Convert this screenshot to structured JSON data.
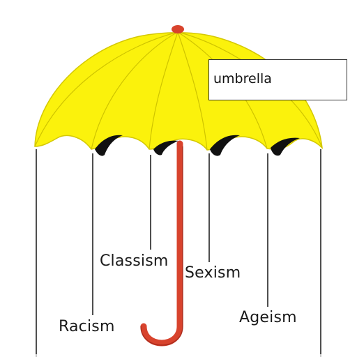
{
  "diagram": {
    "overlay_label": "umbrella",
    "pillars": [
      {
        "id": "racism",
        "label": "Racism"
      },
      {
        "id": "classism",
        "label": "Classism"
      },
      {
        "id": "sexism",
        "label": "Sexism"
      },
      {
        "id": "ageism",
        "label": "Ageism"
      }
    ]
  },
  "colors": {
    "canopy": "#fbf20c",
    "canopy_rib": "#cfc400",
    "canopy_shadow": "#111111",
    "handle": "#d8432d",
    "line": "#222222"
  }
}
